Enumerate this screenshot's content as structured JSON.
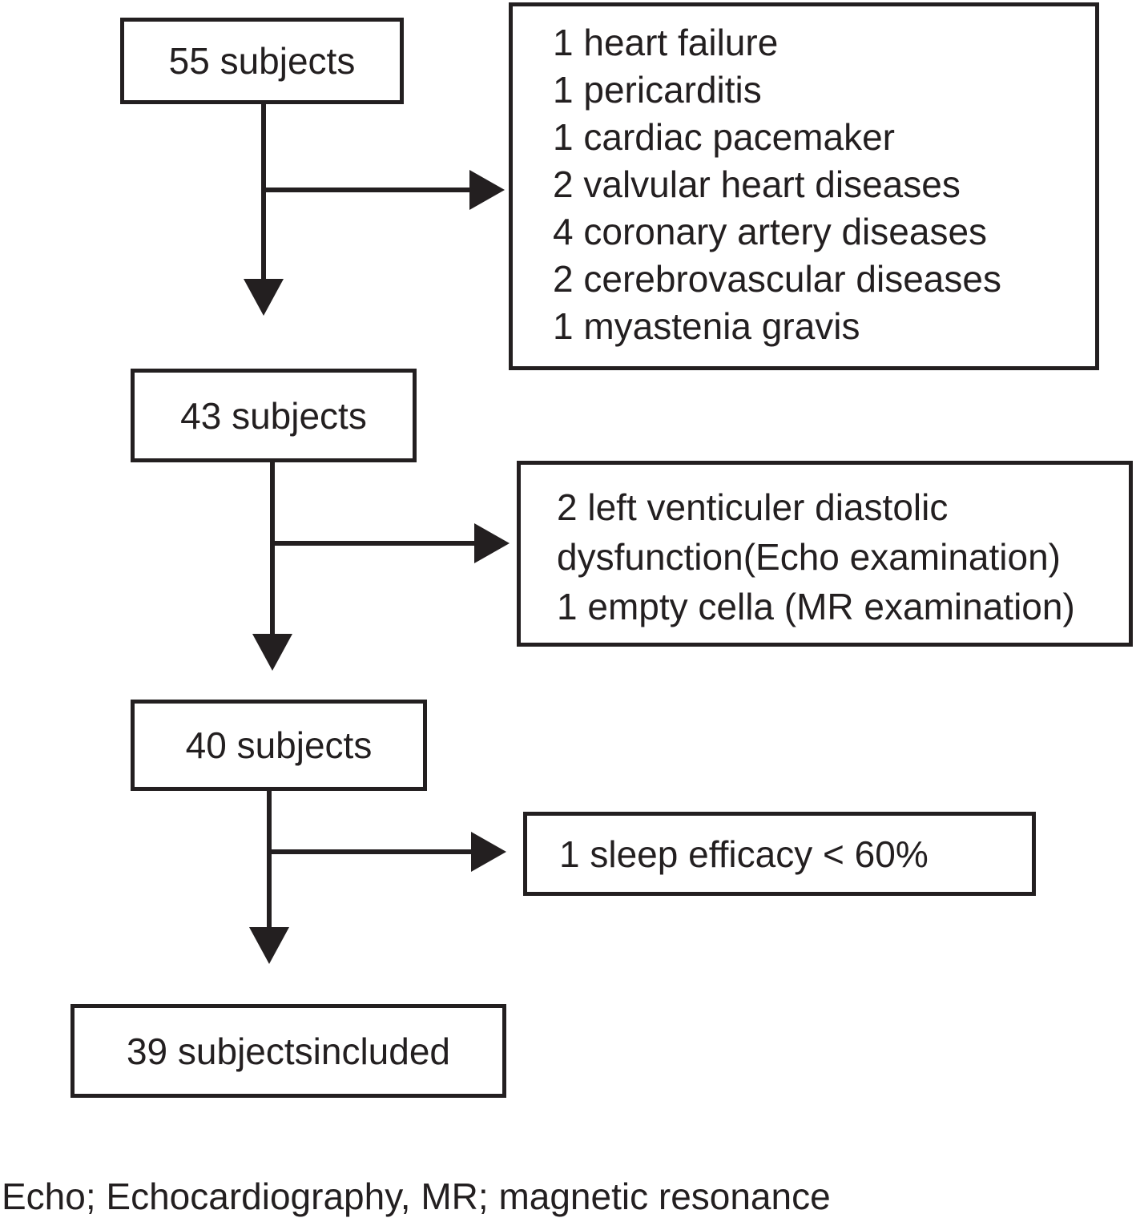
{
  "flow": {
    "nodes": [
      {
        "label": "55 subjects"
      },
      {
        "label": "43 subjects"
      },
      {
        "label": "40 subjects"
      },
      {
        "label": "39 subjectsincluded"
      }
    ],
    "exclusions": [
      {
        "lines": [
          "1 heart failure",
          "1 pericarditis",
          "1 cardiac pacemaker",
          "2 valvular heart diseases",
          "4 coronary artery diseases",
          "2 cerebrovascular diseases",
          "1 myastenia gravis"
        ]
      },
      {
        "lines": [
          "2 left venticuler diastolic",
          "dysfunction(Echo examination)",
          "1 empty cella (MR examination)"
        ]
      },
      {
        "lines": [
          "1 sleep efficacy < 60%"
        ]
      }
    ],
    "footnote": "Echo; Echocardiography, MR; magnetic resonance",
    "ink_color": "#231f20",
    "background_color": "#ffffff"
  }
}
